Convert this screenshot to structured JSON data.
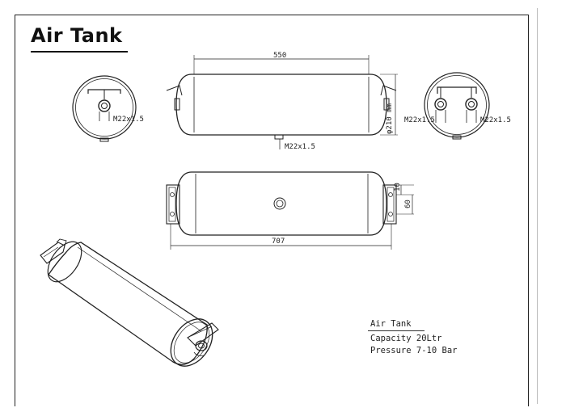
{
  "title": "Air Tank",
  "dimensions": {
    "top_length": "550",
    "diameter": "φ210 mm",
    "bottom_port": "M22x1.5",
    "left_end_port": "M22x1.5",
    "right_end_port_left": "M22x1.5",
    "right_end_port_right": "M22x1.5",
    "overall_length": "707",
    "bracket_offset": "10",
    "bracket_height": "60"
  },
  "spec": {
    "name": "Air Tank",
    "capacity": "Capacity 20Ltr",
    "pressure": "Pressure 7-10 Bar"
  }
}
